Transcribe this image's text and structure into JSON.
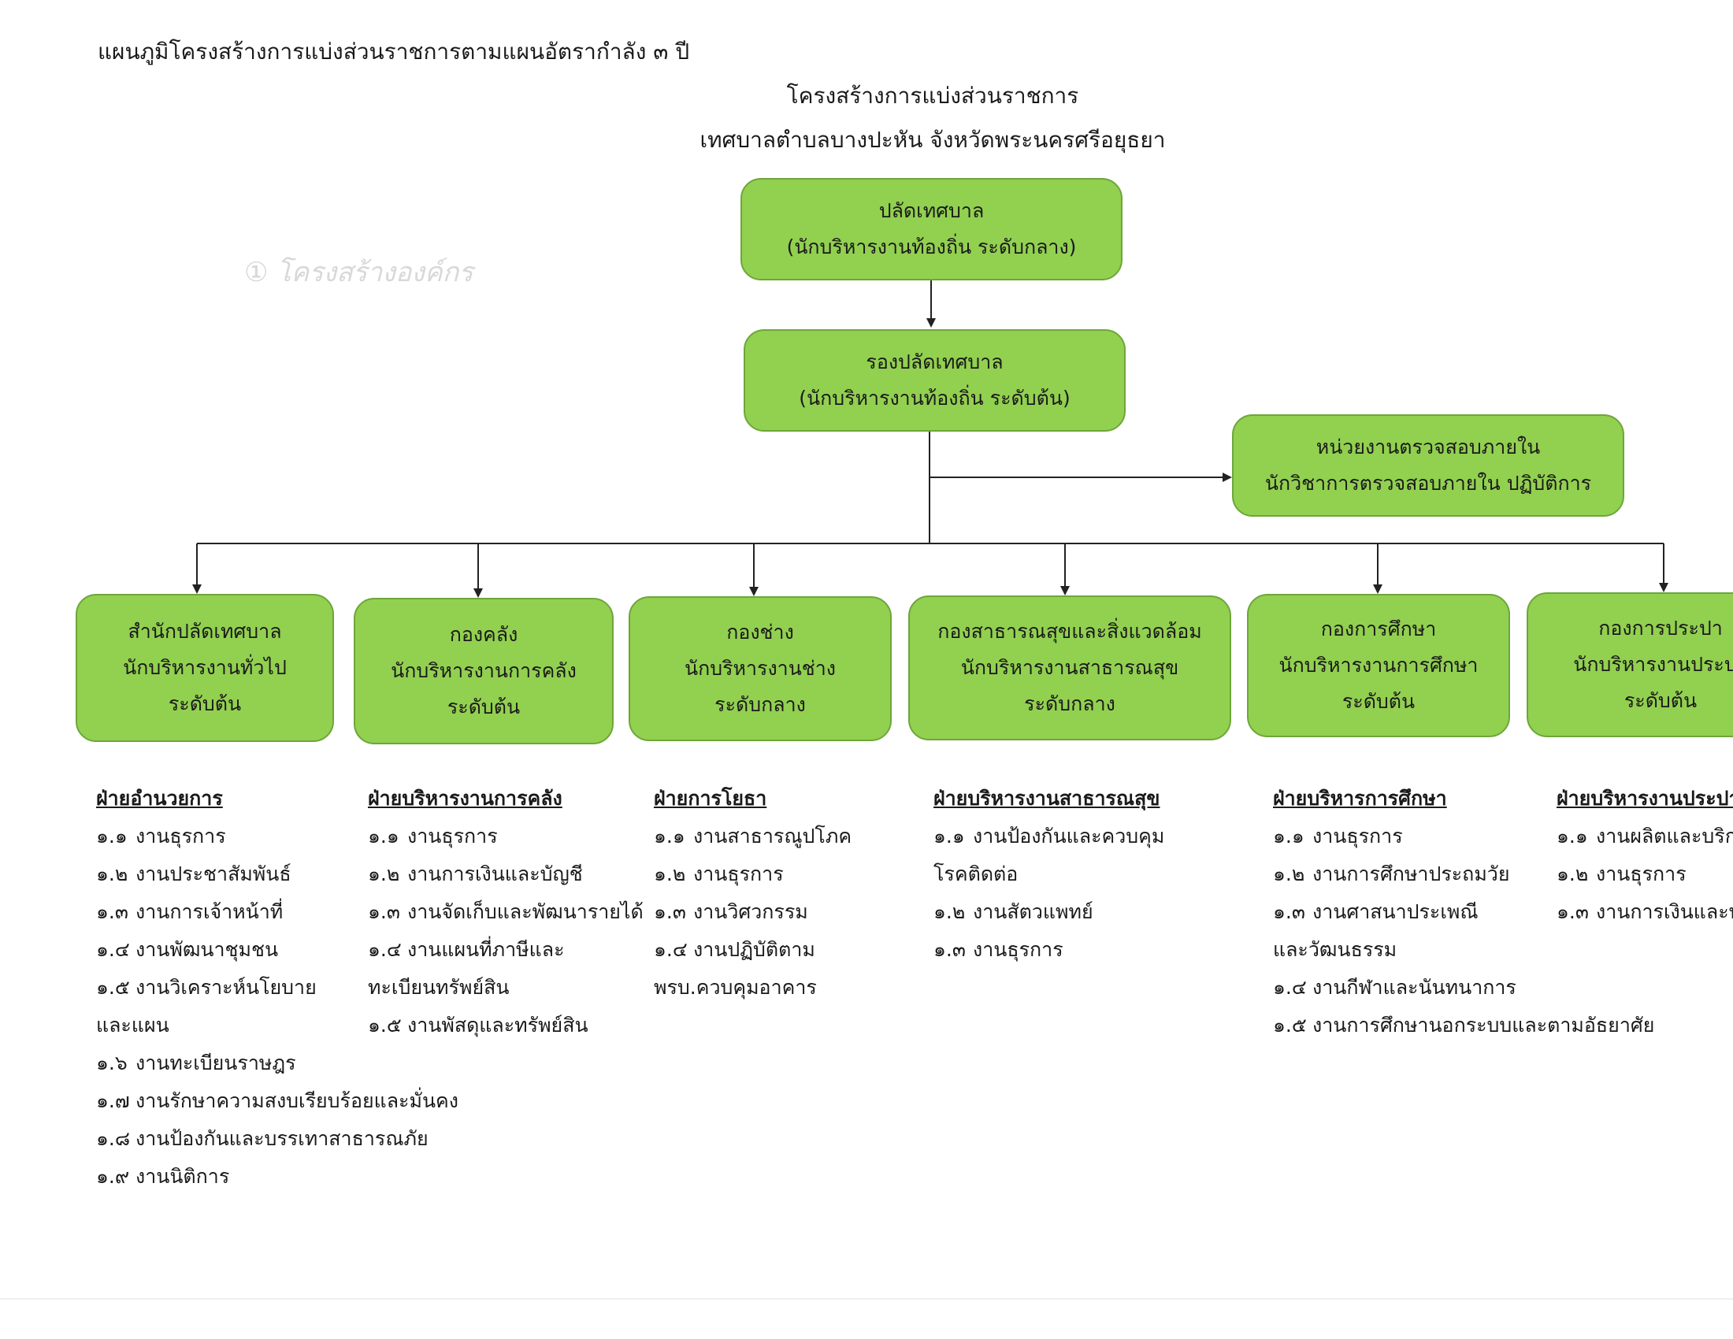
{
  "header": {
    "doc_title": "แผนภูมิโครงสร้างการแบ่งส่วนราชการตามแผนอัตรากำลัง ๓ ปี",
    "chart_title_1": "โครงสร้างการแบ่งส่วนราชการ",
    "chart_title_2": "เทศบาลตำบลบางปะหัน จังหวัดพระนครศรีอยุธยา"
  },
  "watermark": "① โครงสร้างองค์กร",
  "top": {
    "palad": {
      "line1": "ปลัดเทศบาล",
      "line2": "(นักบริหารงานท้องถิ่น ระดับกลาง)"
    },
    "rong_palad": {
      "line1": "รองปลัดเทศบาล",
      "line2": "(นักบริหารงานท้องถิ่น ระดับต้น)"
    },
    "audit": {
      "line1": "หน่วยงานตรวจสอบภายใน",
      "line2": "นักวิชาการตรวจสอบภายใน ปฏิบัติการ"
    }
  },
  "divisions": [
    {
      "line1": "สำนักปลัดเทศบาล",
      "line2": "นักบริหารงานทั่วไป",
      "line3": "ระดับต้น"
    },
    {
      "line1": "กองคลัง",
      "line2": "นักบริหารงานการคลัง",
      "line3": "ระดับต้น"
    },
    {
      "line1": "กองช่าง",
      "line2": "นักบริหารงานช่าง",
      "line3": "ระดับกลาง"
    },
    {
      "line1": "กองสาธารณสุขและสิ่งแวดล้อม",
      "line2": "นักบริหารงานสาธารณสุข",
      "line3": "ระดับกลาง"
    },
    {
      "line1": "กองการศึกษา",
      "line2": "นักบริหารงานการศึกษา",
      "line3": "ระดับต้น"
    },
    {
      "line1": "กองการประปา",
      "line2": "นักบริหารงานประปา",
      "line3": "ระดับต้น"
    }
  ],
  "sections": [
    {
      "title": "ฝ่ายอำนวยการ",
      "items": [
        {
          "num": "๑.๑",
          "text": "งานธุรการ"
        },
        {
          "num": "๑.๒",
          "text": "งานประชาสัมพันธ์"
        },
        {
          "num": "๑.๓",
          "text": "งานการเจ้าหน้าที่"
        },
        {
          "num": "๑.๔",
          "text": "งานพัฒนาชุมชน"
        },
        {
          "num": "๑.๕",
          "text": "งานวิเคราะห์นโยบาย",
          "cont": "และแผน"
        },
        {
          "num": "๑.๖",
          "text": "งานทะเบียนราษฎร"
        },
        {
          "num": "๑.๗",
          "text": "งานรักษาความสงบเรียบร้อยและมั่นคง"
        },
        {
          "num": "๑.๘",
          "text": "งานป้องกันและบรรเทาสาธารณภัย"
        },
        {
          "num": "๑.๙",
          "text": "งานนิติการ"
        }
      ]
    },
    {
      "title": "ฝ่ายบริหารงานการคลัง",
      "items": [
        {
          "num": "๑.๑",
          "text": "งานธุรการ"
        },
        {
          "num": "๑.๒",
          "text": "งานการเงินและบัญชี"
        },
        {
          "num": "๑.๓",
          "text": "งานจัดเก็บและพัฒนารายได้"
        },
        {
          "num": "๑.๔",
          "text": "งานแผนที่ภาษีและ",
          "cont": "ทะเบียนทรัพย์สิน"
        },
        {
          "num": "๑.๕",
          "text": "งานพัสดุและทรัพย์สิน"
        }
      ]
    },
    {
      "title": "ฝ่ายการโยธา",
      "items": [
        {
          "num": "๑.๑",
          "text": "งานสาธารณูปโภค"
        },
        {
          "num": "๑.๒",
          "text": "งานธุรการ"
        },
        {
          "num": "๑.๓",
          "text": "งานวิศวกรรม"
        },
        {
          "num": "๑.๔",
          "text": "งานปฏิบัติตาม",
          "cont": "พรบ.ควบคุมอาคาร"
        }
      ]
    },
    {
      "title": "ฝ่ายบริหารงานสาธารณสุข",
      "items": [
        {
          "num": "๑.๑",
          "text": "งานป้องกันและควบคุม",
          "cont": "โรคติดต่อ"
        },
        {
          "num": "๑.๒",
          "text": "งานสัตวแพทย์"
        },
        {
          "num": "๑.๓",
          "text": "งานธุรการ"
        }
      ]
    },
    {
      "title": "ฝ่ายบริหารการศึกษา",
      "items": [
        {
          "num": "๑.๑",
          "text": "งานธุรการ"
        },
        {
          "num": "๑.๒",
          "text": "งานการศึกษาประถมวัย"
        },
        {
          "num": "๑.๓",
          "text": "งานศาสนาประเพณี",
          "cont": "และวัฒนธรรม"
        },
        {
          "num": "๑.๔",
          "text": "งานกีฬาและนันทนาการ"
        },
        {
          "num": "๑.๕",
          "text": "งานการศึกษานอกระบบและตามอัธยาศัย"
        }
      ]
    },
    {
      "title": "ฝ่ายบริหารงานประปา",
      "items": [
        {
          "num": "๑.๑",
          "text": "งานผลิตและบริการ"
        },
        {
          "num": "๑.๒",
          "text": "งานธุรการ"
        },
        {
          "num": "๑.๓",
          "text": "งานการเงินและบัญชี"
        }
      ]
    }
  ],
  "colors": {
    "box_fill": "#92d050",
    "box_border": "#6ea63a",
    "line": "#222222"
  }
}
